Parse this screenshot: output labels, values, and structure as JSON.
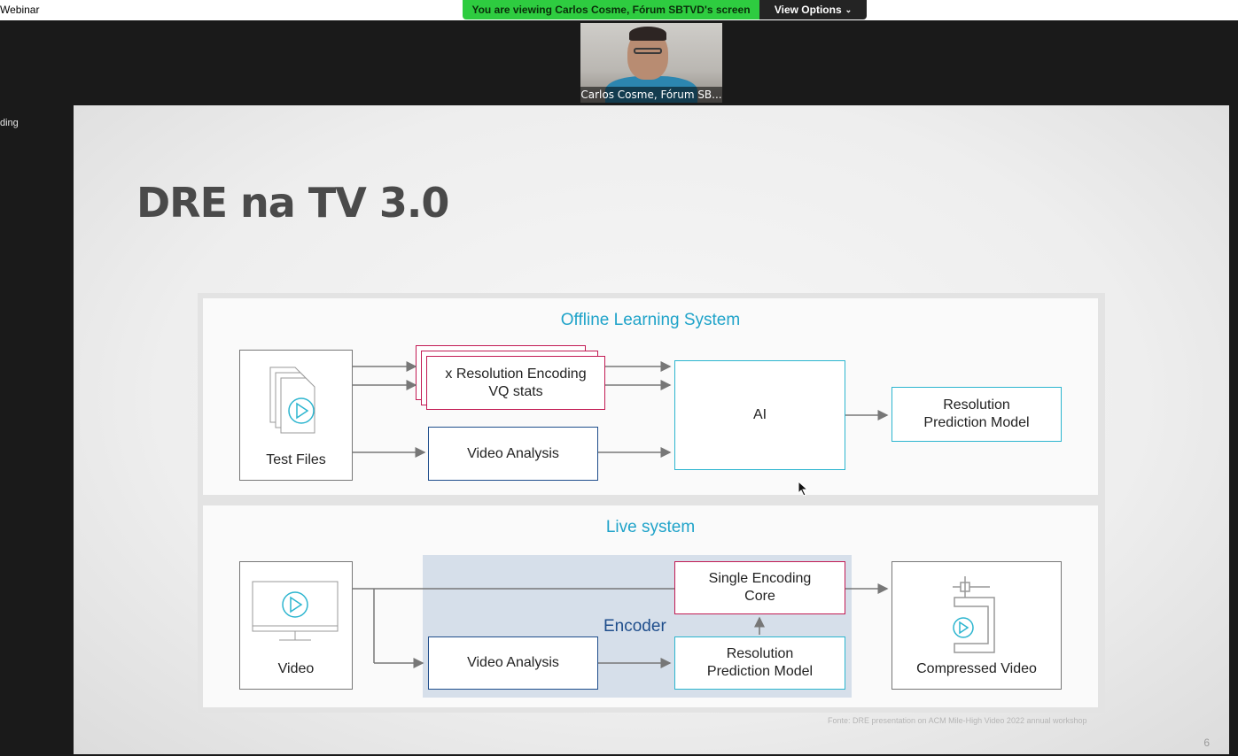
{
  "window": {
    "title": "Webinar",
    "side_label": "ding"
  },
  "share_banner": {
    "text": "You are viewing Carlos Cosme, Fórum SBTVD's screen",
    "options_label": "View Options"
  },
  "participant": {
    "name": "Carlos Cosme, Fórum SB..."
  },
  "slide": {
    "title": "DRE na TV 3.0",
    "page_number": "6",
    "source": "Fonte: DRE presentation on  ACM Mile-High Video 2022 annual workshop",
    "offline": {
      "title": "Offline Learning System",
      "test_files": "Test Files",
      "encoding_stats_line1": "x Resolution Encoding",
      "encoding_stats_line2": "VQ stats",
      "video_analysis": "Video Analysis",
      "ai": "AI",
      "model_line1": "Resolution",
      "model_line2": "Prediction Model"
    },
    "live": {
      "title": "Live system",
      "video": "Video",
      "encoder": "Encoder",
      "core_line1": "Single Encoding",
      "core_line2": "Core",
      "video_analysis": "Video Analysis",
      "model_line1": "Resolution",
      "model_line2": "Prediction Model",
      "compressed": "Compressed Video"
    }
  },
  "colors": {
    "cyan": "#2cb5cf",
    "navy": "#1f4e8c",
    "crimson": "#c21a53",
    "banner_green": "#2ecc40"
  }
}
